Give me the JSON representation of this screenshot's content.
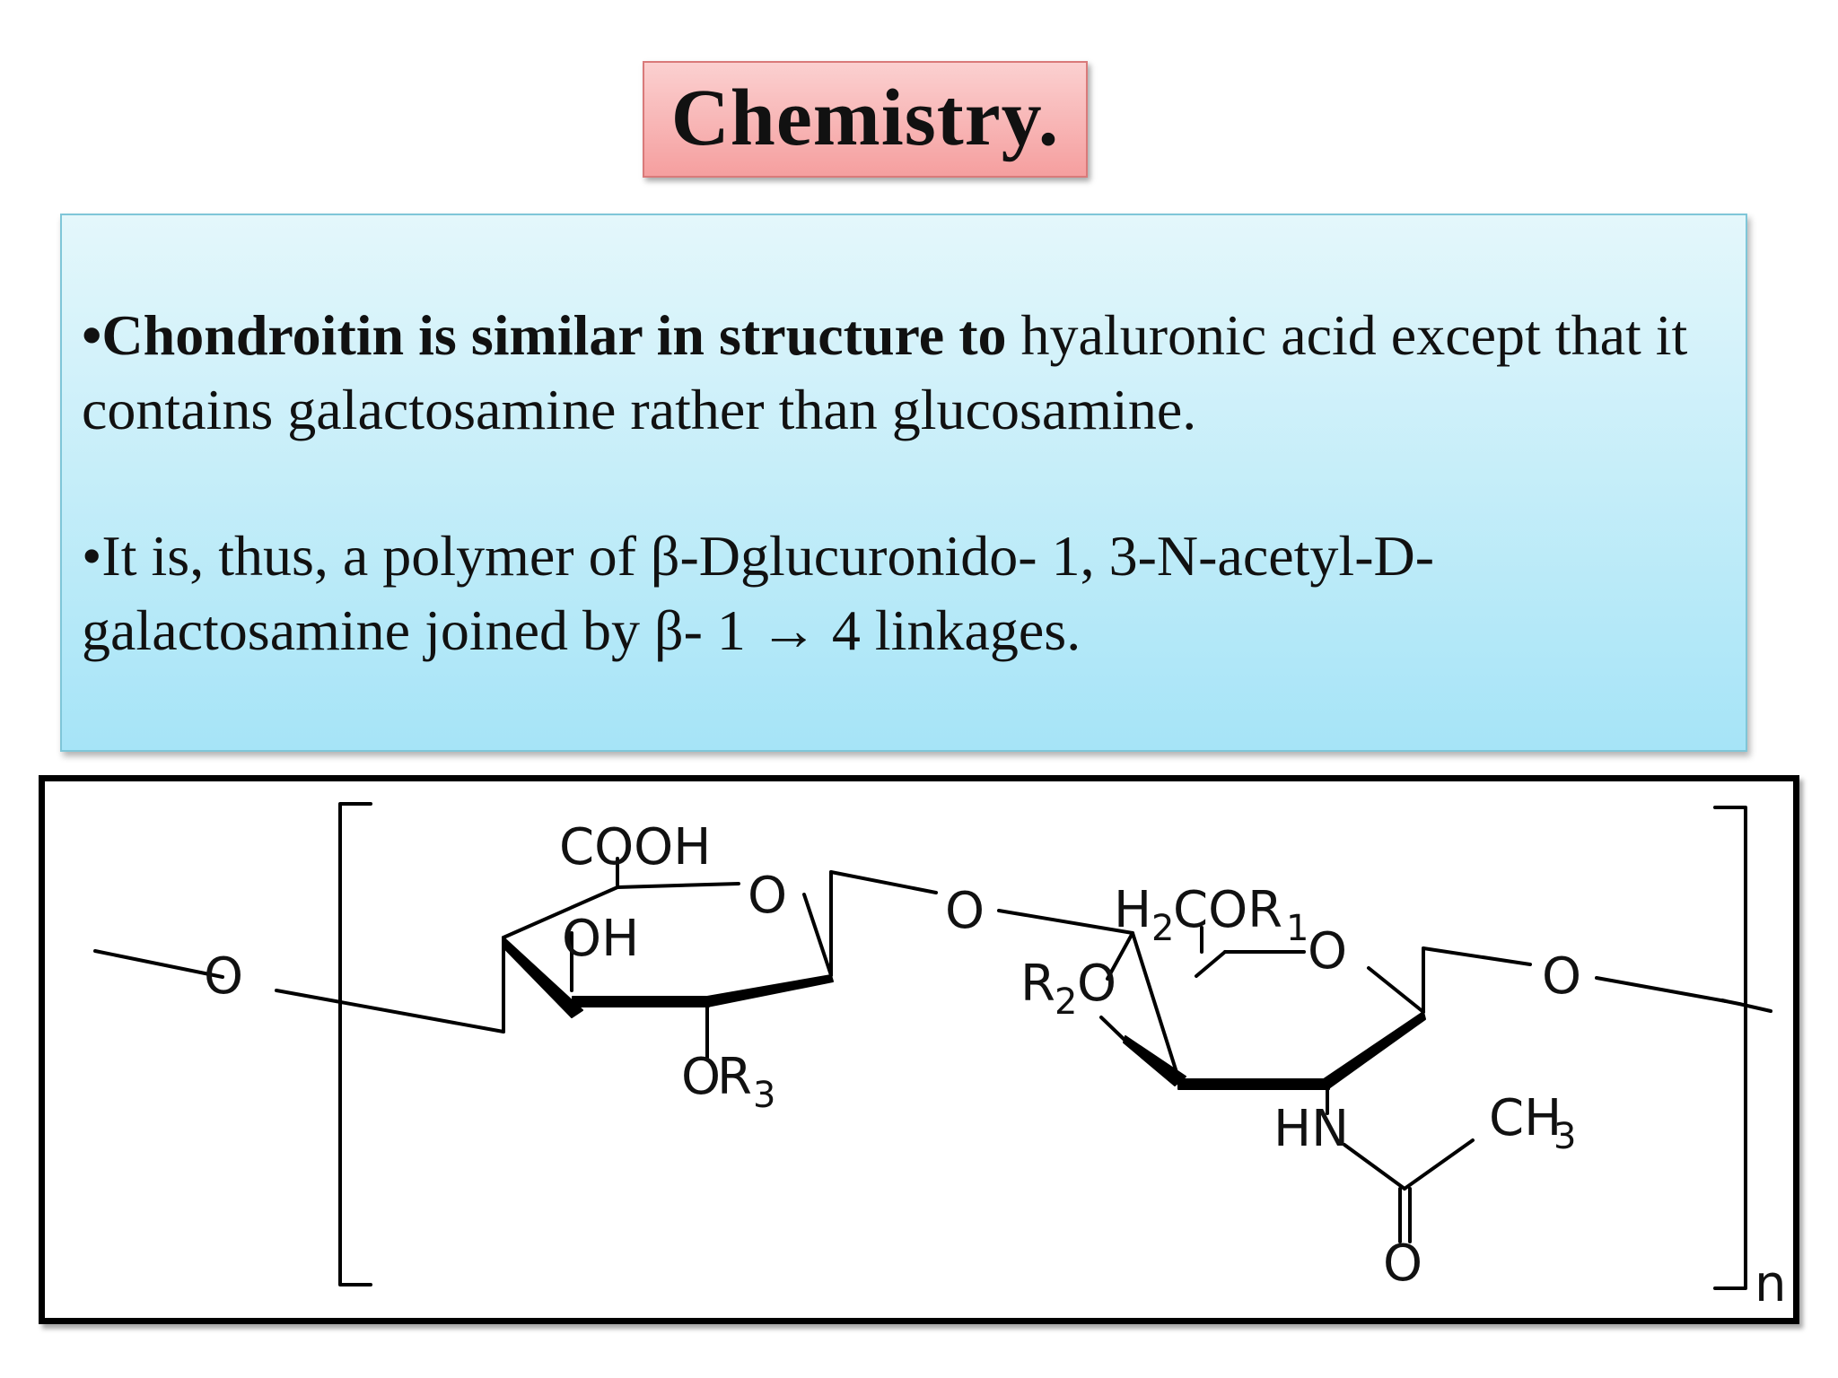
{
  "slide": {
    "title": "Chemistry.",
    "bullets": [
      {
        "bullet": "•",
        "bold": "Chondroitin is similar in structure to",
        "rest": " hyaluronic acid except that it contains galactosamine rather than glucosamine."
      },
      {
        "bullet": "•",
        "bold": "",
        "rest": "It is, thus, a polymer of β-Dglucuronido- 1, 3-N-acetyl-D-galactosamine joined by β- 1 → 4 linkages."
      }
    ]
  },
  "structure": {
    "labels": {
      "cooh": "COOH",
      "oh": "OH",
      "or3_o": "O",
      "or3_r": "R",
      "or3_sub": "3",
      "ring1_o": "O",
      "link_o": "O",
      "left_o": "O",
      "right_o": "O",
      "h2cor1_h": "H",
      "h2cor1_sub1": "2",
      "h2cor1_cor": "COR",
      "h2cor1_sub2": "1",
      "ring2_o": "O",
      "r2o_r": "R",
      "r2o_sub": "2",
      "r2o_o": "O",
      "hn": "HN",
      "ch3_ch": "CH",
      "ch3_sub": "3",
      "carbonyl_o": "O",
      "repeat_n": "n"
    }
  }
}
